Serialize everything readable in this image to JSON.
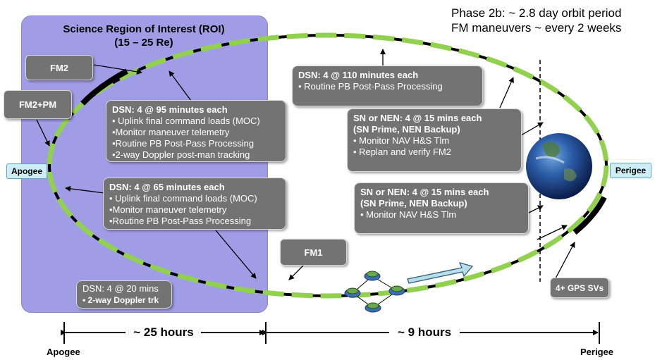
{
  "roi": {
    "title_line1": "Science Region of Interest (ROI)",
    "title_line2": "(15 – 25 Re)"
  },
  "phase": {
    "line1": "Phase 2b:  ~ 2.8 day orbit period",
    "line2": "FM maneuvers ~ every 2 weeks"
  },
  "tags": {
    "fm2": "FM2",
    "fm2pm": "FM2+PM",
    "fm1": "FM1",
    "gps": "4+ GPS SVs"
  },
  "markers": {
    "apogee": "Apogee",
    "perigee": "Perigee"
  },
  "boxes": {
    "dsn95": {
      "title": "DSN:   4 @ 95 minutes each",
      "lines": [
        "• Uplink final command loads (MOC)",
        "•Monitor maneuver telemetry",
        "•Routine PB Post-Pass Processing",
        "•2-way Doppler post-man tracking"
      ]
    },
    "dsn65": {
      "title": "DSN:   4 @ 65 minutes each",
      "lines": [
        "• Uplink final command loads (MOC)",
        "•Monitor maneuver telemetry",
        "•Routine PB Post-Pass Processing"
      ]
    },
    "dsn110": {
      "title": "DSN:   4 @ 110 minutes each",
      "lines": [
        "• Routine PB Post-Pass Processing"
      ]
    },
    "sn1": {
      "title_line1": "SN or NEN:   4 @ 15 mins each",
      "title_line2": "(SN Prime, NEN Backup)",
      "lines": [
        "• Monitor NAV H&S Tlm",
        "• Replan and verify FM2"
      ]
    },
    "sn2": {
      "title_line1": "SN or NEN:   4 @ 15 mins each",
      "title_line2": "(SN Prime, NEN Backup)",
      "lines": [
        "• Monitor NAV H&S Tlm"
      ]
    },
    "dsn20": {
      "title": "DSN: 4 @ 20 mins",
      "lines": [
        "• 2-way Doppler trk"
      ]
    }
  },
  "timeline": {
    "left": "~ 25 hours",
    "right": "~ 9 hours",
    "apogee": "Apogee",
    "perigee": "Perigee"
  },
  "colors": {
    "roi": "#a09ce6",
    "orbit": "#000000",
    "segment": "#92d050",
    "box": "#737373",
    "marker": "#cdeef5"
  }
}
